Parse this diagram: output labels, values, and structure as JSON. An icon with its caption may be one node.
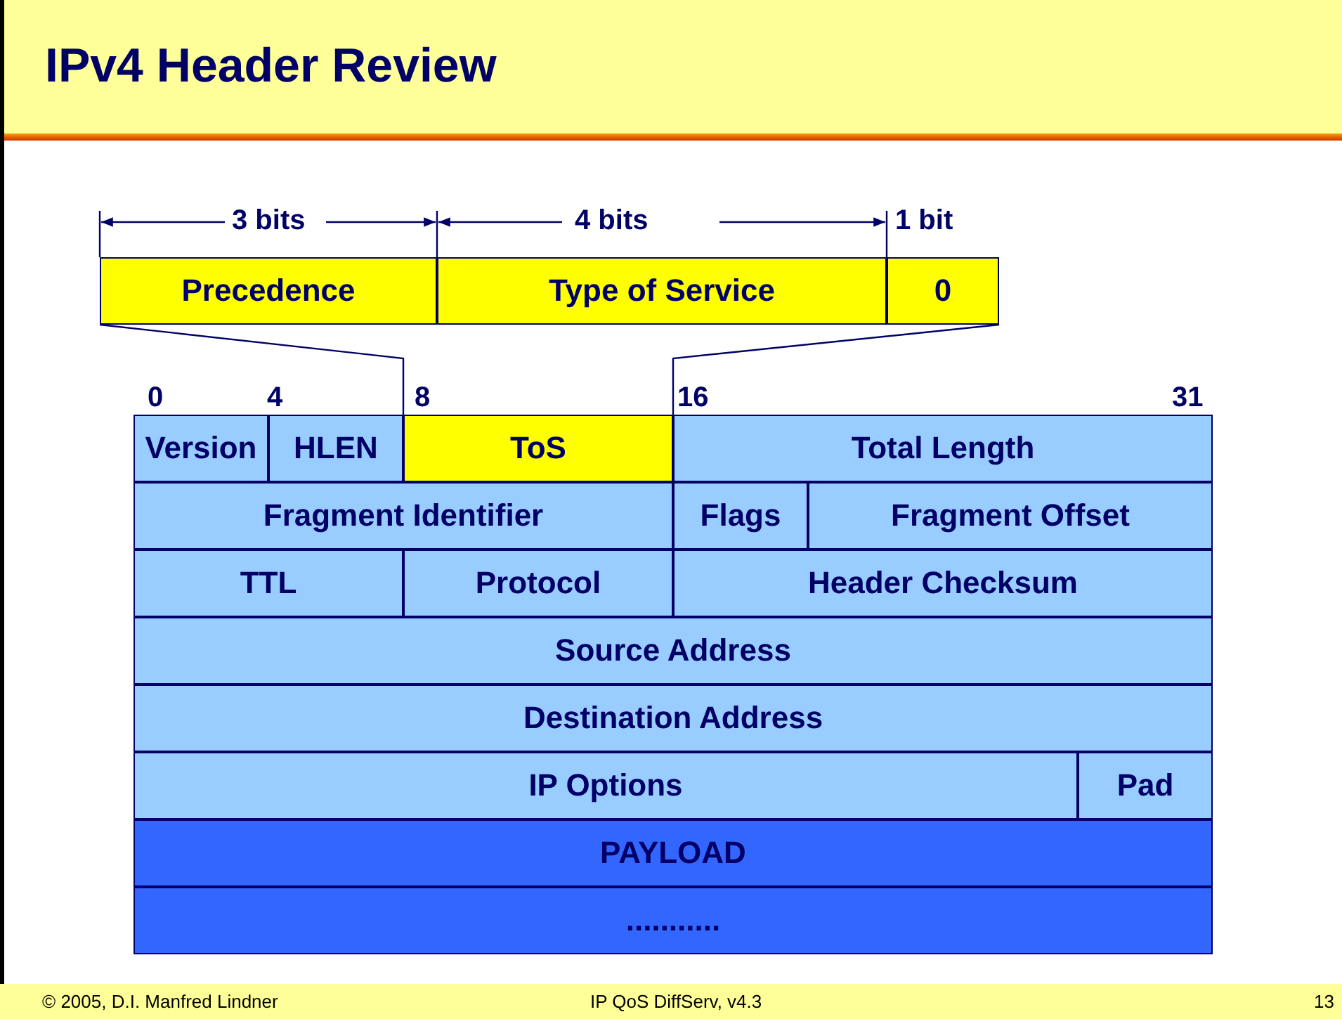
{
  "diagram": {
    "title": "IPv4 Header Review",
    "nodes": [
      {
        "text": [
          "Precedence"
        ]
      },
      {
        "text": [
          "Type of Service"
        ]
      },
      {
        "text": [
          "0"
        ]
      },
      {
        "text": [
          "Version"
        ]
      },
      {
        "text": [
          "HLEN"
        ]
      },
      {
        "text": [
          "ToS"
        ]
      },
      {
        "text": [
          "Total Length"
        ]
      },
      {
        "text": [
          "Fragment Identifier"
        ]
      },
      {
        "text": [
          "Flags"
        ]
      },
      {
        "text": [
          "Fragment Offset"
        ]
      },
      {
        "text": [
          "TTL"
        ]
      },
      {
        "text": [
          "Protocol"
        ]
      },
      {
        "text": [
          "Header Checksum"
        ]
      },
      {
        "text": [
          "Source Address"
        ]
      },
      {
        "text": [
          "Destination Address"
        ]
      },
      {
        "text": [
          "IP Options"
        ]
      },
      {
        "text": [
          "Pad"
        ]
      },
      {
        "text": [
          "PAYLOAD"
        ]
      },
      {
        "text": [
          "..........."
        ]
      }
    ],
    "edges": [
      {
        "from": 5,
        "to": 0,
        "arrow": "none"
      },
      {
        "from": 5,
        "to": 2,
        "arrow": "none"
      }
    ],
    "labels": [
      "3 bits",
      "4 bits",
      "1 bit",
      "0",
      "4",
      "8",
      "16",
      "31",
      "© 2005, D.I. Manfred Lindner",
      "IP QoS DiffServ, v4.3",
      "13"
    ]
  }
}
